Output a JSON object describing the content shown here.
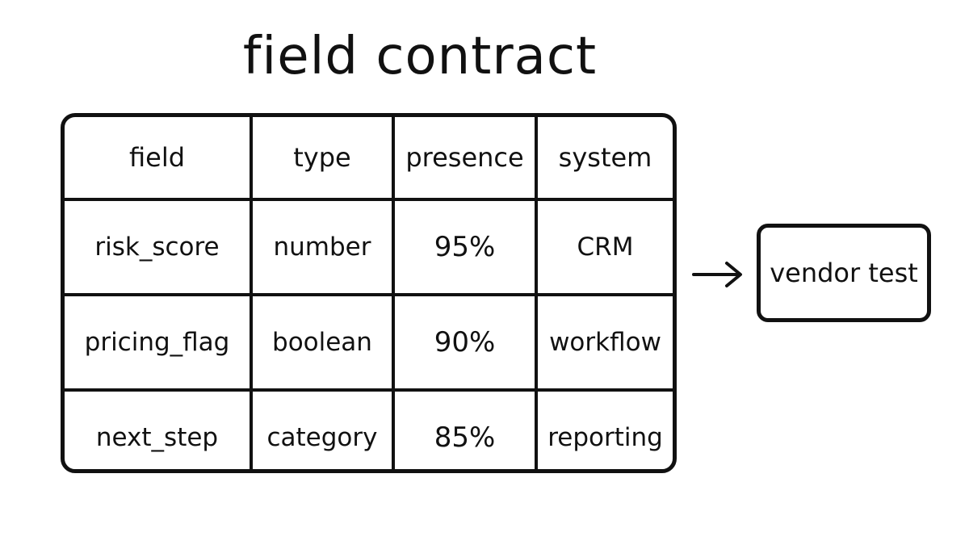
{
  "title": "field contract",
  "table": {
    "headers": [
      "field",
      "type",
      "presence",
      "system"
    ],
    "rows": [
      [
        "risk_score",
        "number",
        "95%",
        "CRM"
      ],
      [
        "pricing_flag",
        "boolean",
        "90%",
        "workflow"
      ],
      [
        "next_step",
        "category",
        "85%",
        "reporting"
      ]
    ]
  },
  "target": {
    "label": "vendor test"
  }
}
